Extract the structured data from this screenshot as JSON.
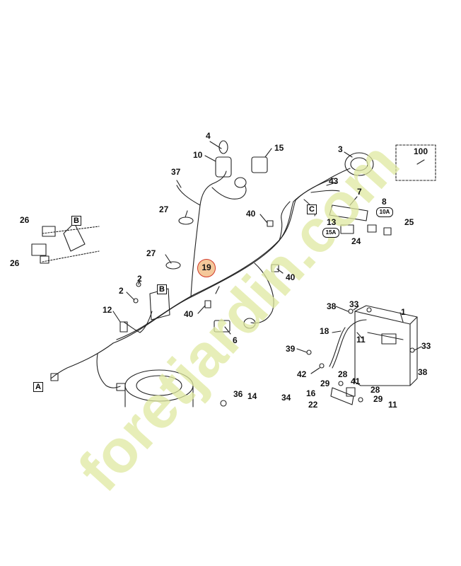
{
  "callouts": {
    "c4": "4",
    "c10": "10",
    "c15": "15",
    "c3": "3",
    "c100": "100",
    "c37": "37",
    "c43": "43",
    "c7": "7",
    "c8": "8",
    "c13": "13",
    "c25": "25",
    "c24": "24",
    "c27a": "27",
    "c27b": "27",
    "c40a": "40",
    "c40b": "40",
    "c40c": "40",
    "c26a": "26",
    "c26b": "26",
    "c2a": "2",
    "c2b": "2",
    "c12": "12",
    "c6": "6",
    "c1": "1",
    "c33a": "33",
    "c33b": "33",
    "c38a": "38",
    "c38b": "38",
    "c18": "18",
    "c11a": "11",
    "c39": "39",
    "c42": "42",
    "c28a": "28",
    "c28b": "28",
    "c29a": "29",
    "c29b": "29",
    "c41": "41",
    "c36": "36",
    "c14": "14",
    "c34": "34",
    "c16": "16",
    "c22": "22",
    "c11b": "11"
  },
  "highlighted_part": "19",
  "connector_boxes": {
    "A": "A",
    "B1": "B",
    "B2": "B",
    "C": "C"
  },
  "fuse_labels": {
    "f8": "10A",
    "f13": "15A"
  },
  "watermark_text": "foretjardin.com",
  "colors": {
    "line": "#222222",
    "highlight_fill": "#f4c89a",
    "highlight_ring": "#d23a2a",
    "watermark": "#e0e8a8"
  }
}
